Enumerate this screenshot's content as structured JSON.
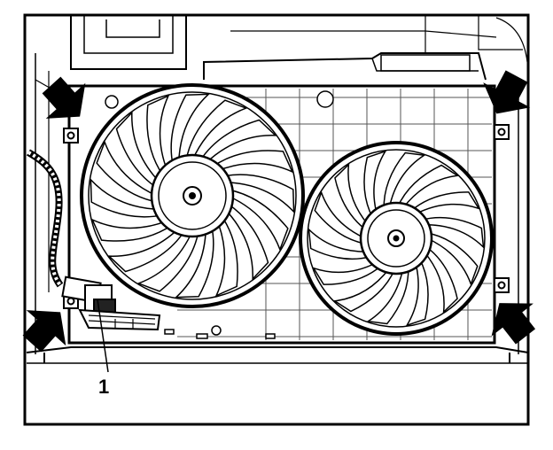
{
  "diagram": {
    "callouts": [
      {
        "id": "1",
        "label": "1"
      }
    ],
    "colors": {
      "line": "#000000",
      "paper": "#ffffff",
      "grid": "#555555",
      "arrow": "#000000"
    },
    "parts": {
      "fan_left": {
        "icon": "large-fan-icon",
        "blades": 16
      },
      "fan_right": {
        "icon": "small-fan-icon",
        "blades": 14
      },
      "mount_arrows": {
        "icon": "arrow-icon",
        "count": 4
      },
      "connector": {
        "icon": "electrical-connector-icon"
      }
    }
  }
}
